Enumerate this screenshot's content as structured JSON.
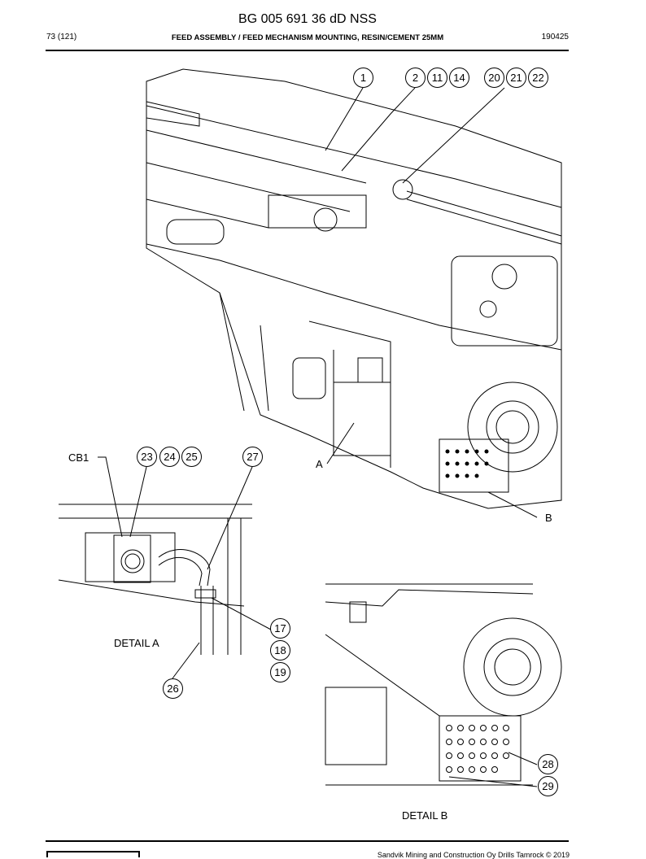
{
  "header": {
    "doc_code": "BG 005 691 36 dD NSS",
    "page": "73 (121)",
    "title": "FEED ASSEMBLY / FEED MECHANISM MOUNTING, RESIN/CEMENT 25MM",
    "date": "190425"
  },
  "callouts": {
    "c1": "1",
    "c2": "2",
    "c11": "11",
    "c14": "14",
    "c20": "20",
    "c21": "21",
    "c22": "22",
    "c23": "23",
    "c24": "24",
    "c25": "25",
    "c27": "27",
    "c17": "17",
    "c18": "18",
    "c19": "19",
    "c26": "26",
    "c28": "28",
    "c29": "29"
  },
  "labels": {
    "cb1": "CB1",
    "a": "A",
    "b": "B",
    "detail_a": "DETAIL A",
    "detail_b": "DETAIL B"
  },
  "footer": {
    "text": "Sandvik Mining and Construction Oy Drills Tamrock © 2019"
  }
}
